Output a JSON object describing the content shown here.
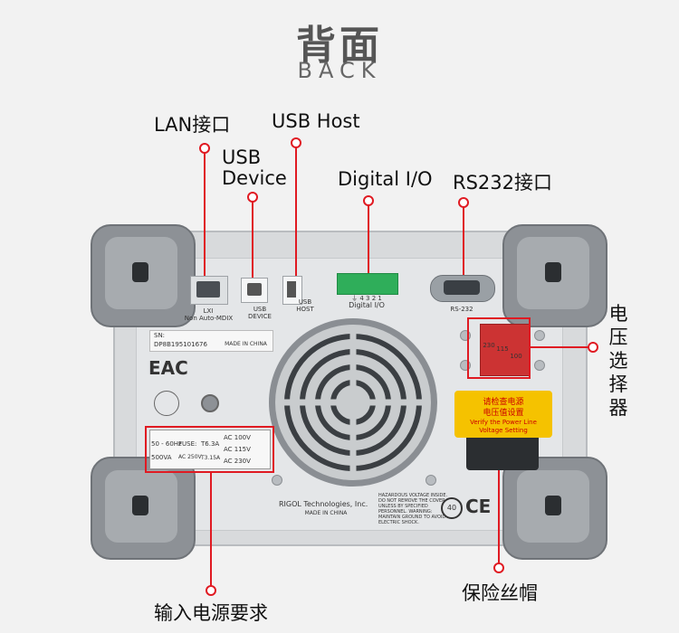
{
  "header": {
    "title_cn": "背面",
    "title_en": "BACK"
  },
  "callouts": {
    "lan": "LAN接口",
    "usb_host": "USB Host",
    "usb_device_1": "USB",
    "usb_device_2": "Device",
    "digital_io": "Digital I/O",
    "rs232": "RS232接口",
    "voltage_selector": [
      "电",
      "压",
      "选",
      "择",
      "器"
    ],
    "power_input": "输入电源要求",
    "fuse": "保险丝帽"
  },
  "panel": {
    "lxi": "LXI",
    "auto_mdix": "Non Auto-MDIX",
    "usb_device_label": "USB DEVICE",
    "usb_host_label": "USB HOST",
    "dio_pins": "⏚ 4 3 2 1",
    "dio_label": "Digital I/O",
    "rs232_label": "RS-232",
    "sn_label": "SN:",
    "sn_value": "DP8B195101676",
    "made_in": "MADE IN CHINA",
    "eac": "EAC",
    "brand": "RIGOL Technologies, Inc.",
    "made_in_china2": "MADE IN CHINA",
    "warning": "HAZARDOUS VOLTAGE INSIDE. DO NOT REMOVE THE COVER UNLESS BY SPECIFIED PERSONNEL. WARNING: MAINTAIN GROUND TO AVOID ELECTRIC SHOCK.",
    "sel_230": "230",
    "sel_115": "115",
    "sel_100": "100",
    "fuse_cn_1": "请检查电源",
    "fuse_cn_2": "电压值设置",
    "fuse_en_1": "Verify the Power Line",
    "fuse_en_2": "Voltage Setting",
    "freq": "50 - 60Hz",
    "power": "500VA",
    "fuse_word": "FUSE:",
    "ac_250": "AC 250V",
    "t63": "T6.3A",
    "t315": "T3.15A",
    "ac100": "AC 100V",
    "ac115": "AC 115V",
    "ac230": "AC 230V",
    "ce": "CE",
    "cert_40": "40"
  },
  "colors": {
    "accent": "#e01a22",
    "bg": "#f2f2f2",
    "terminal": "#2fae5a",
    "fuse_yellow": "#f5c200"
  }
}
